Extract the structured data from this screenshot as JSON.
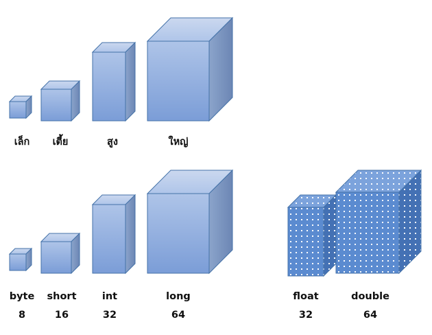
{
  "diagram": {
    "title": "Java primitive data type sizes illustrated as 3D boxes",
    "background_color": "#ffffff",
    "palette": {
      "front_top": "#AEC4E8",
      "front_bottom": "#7B9DD7",
      "top_face_light": "#C9D7EE",
      "top_face_dark": "#A7BFE6",
      "side_face_light": "#8AA3CA",
      "side_face_dark": "#6C86B4",
      "edge_stroke": "#4472A8",
      "pattern_dot": "#FFFFFF",
      "pattern_base": "#5B8BD0",
      "text": "#101010"
    }
  },
  "rows": [
    {
      "id": "thai-row",
      "style": "solid",
      "items": [
        {
          "label": "เล็ก",
          "bits": "",
          "size": "tiny"
        },
        {
          "label": "เตี้ย",
          "bits": "",
          "size": "small"
        },
        {
          "label": "สูง",
          "bits": "",
          "size": "tall"
        },
        {
          "label": "ใหญ่",
          "bits": "",
          "size": "large"
        }
      ]
    },
    {
      "id": "integer-row",
      "style": "solid",
      "items": [
        {
          "label": "byte",
          "bits": "8",
          "size": "tiny"
        },
        {
          "label": "short",
          "bits": "16",
          "size": "small"
        },
        {
          "label": "int",
          "bits": "32",
          "size": "tall"
        },
        {
          "label": "long",
          "bits": "64",
          "size": "large"
        }
      ]
    },
    {
      "id": "float-row",
      "style": "dotted",
      "items": [
        {
          "label": "float",
          "bits": "32",
          "size": "tall-dotted"
        },
        {
          "label": "double",
          "bits": "64",
          "size": "large-dotted"
        }
      ]
    }
  ]
}
